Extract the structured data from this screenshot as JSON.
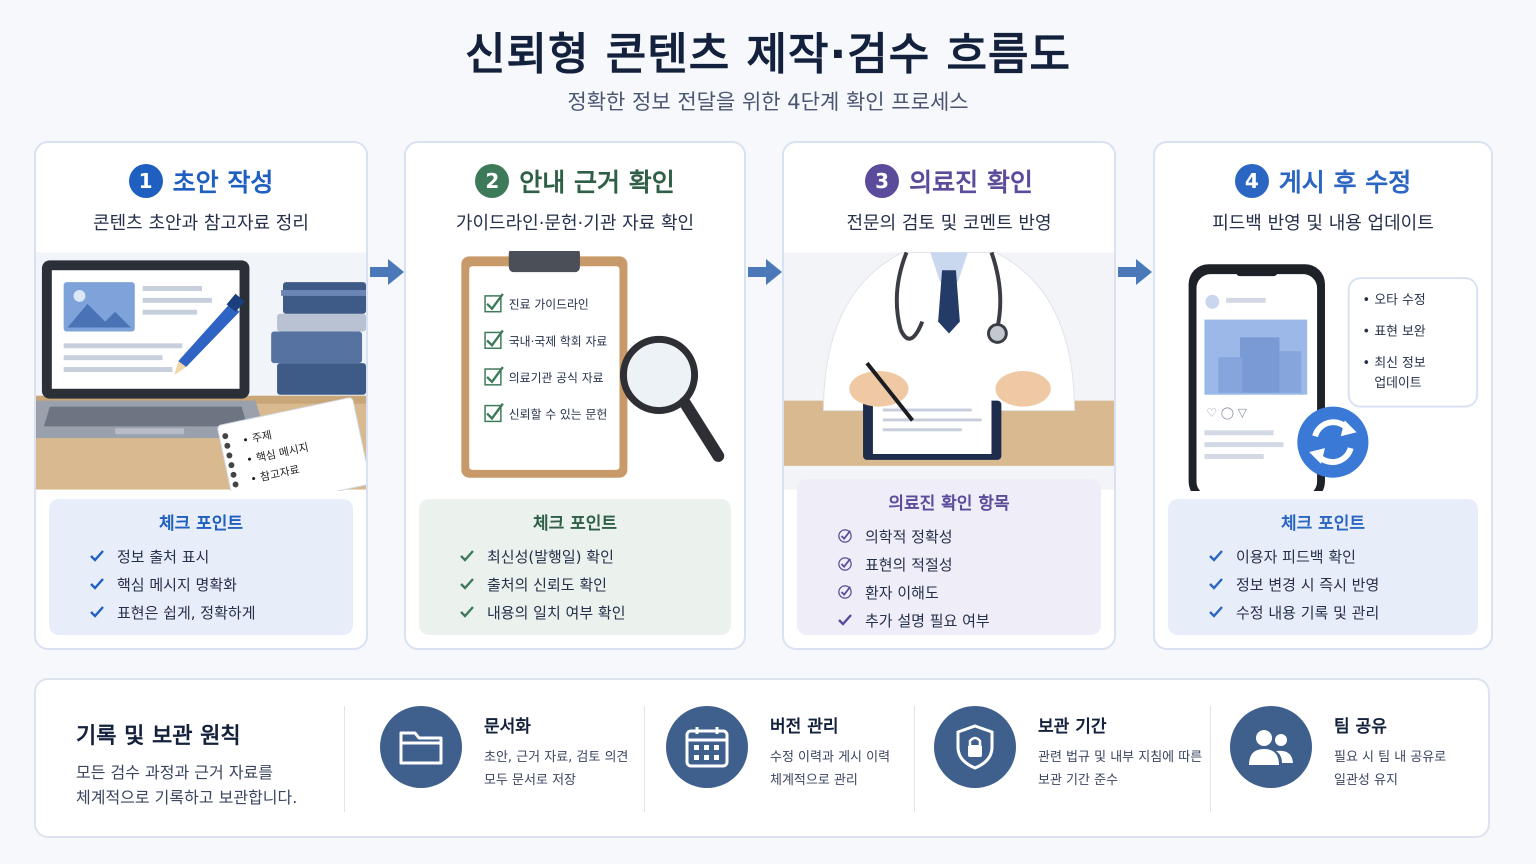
{
  "title": "신뢰형 콘텐츠 제작·검수 흐름도",
  "subtitle": "정확한 정보 전달을 위한 4단계 확인 프로세스",
  "colors": {
    "step1": "#1f5fbf",
    "step2": "#3d7a5a",
    "step3": "#5b4b9a",
    "step4": "#2a66c2",
    "arrow": "#4a78b8"
  },
  "steps": [
    {
      "number": "1",
      "title": "초안 작성",
      "subtitle": "콘텐츠 초안과 참고자료 정리",
      "notebook": [
        "• 주제",
        "• 핵심 메시지",
        "• 참고자료"
      ],
      "check_title": "체크 포인트",
      "checks": [
        "정보 출처 표시",
        "핵심 메시지 명확화",
        "표현은 쉽게, 정확하게"
      ]
    },
    {
      "number": "2",
      "title": "안내 근거 확인",
      "subtitle": "가이드라인·문헌·기관 자료 확인",
      "clipboard": [
        "진료 가이드라인",
        "국내·국제 학회 자료",
        "의료기관 공식 자료",
        "신뢰할 수 있는 문헌"
      ],
      "check_title": "체크 포인트",
      "checks": [
        "최신성(발행일) 확인",
        "출처의 신뢰도 확인",
        "내용의 일치 여부 확인"
      ]
    },
    {
      "number": "3",
      "title": "의료진 확인",
      "subtitle": "전문의 검토 및 코멘트 반영",
      "check_title": "의료진 확인 항목",
      "checks": [
        "의학적 정확성",
        "표현의 적절성",
        "환자 이해도",
        "추가 설명 필요 여부"
      ]
    },
    {
      "number": "4",
      "title": "게시 후 수정",
      "subtitle": "피드백 반영 및 내용 업데이트",
      "bubble": [
        "오타 수정",
        "표현 보완",
        "최신 정보",
        "업데이트"
      ],
      "check_title": "체크 포인트",
      "checks": [
        "이용자 피드백 확인",
        "정보 변경 시 즉시 반영",
        "수정 내용 기록 및 관리"
      ]
    }
  ],
  "records": {
    "title": "기록 및 보관 원칙",
    "desc_line1": "모든 검수 과정과 근거 자료를",
    "desc_line2": "체계적으로 기록하고 보관합니다.",
    "items": [
      {
        "icon": "folder-icon",
        "title": "문서화",
        "line1": "초안, 근거 자료, 검토 의견",
        "line2": "모두 문서로 저장"
      },
      {
        "icon": "calendar-icon",
        "title": "버전 관리",
        "line1": "수정 이력과 게시 이력",
        "line2": "체계적으로 관리"
      },
      {
        "icon": "shield-lock-icon",
        "title": "보관 기간",
        "line1": "관련 법규 및 내부 지침에 따른",
        "line2": "보관 기간 준수"
      },
      {
        "icon": "team-icon",
        "title": "팀 공유",
        "line1": "필요 시 팀 내 공유로",
        "line2": "일관성 유지"
      }
    ]
  }
}
